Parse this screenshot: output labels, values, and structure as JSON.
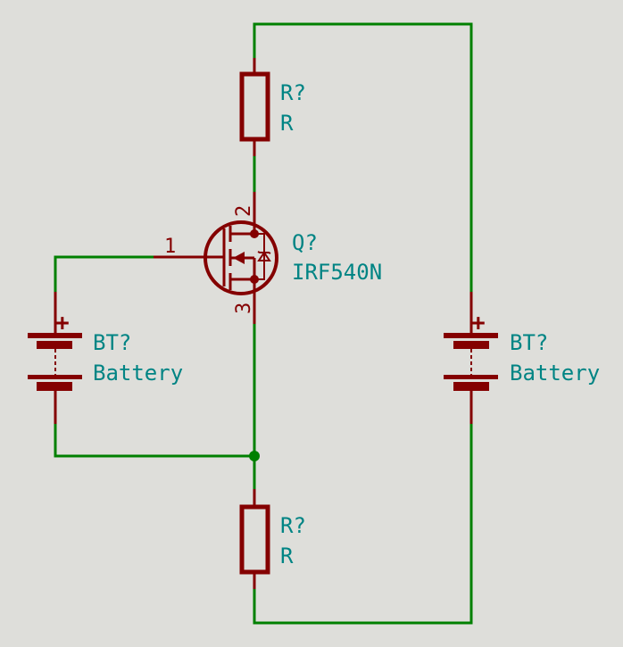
{
  "schematic": {
    "colors": {
      "background": "#dededa",
      "wire": "#008000",
      "component": "#840000",
      "label": "#008484",
      "junction": "#008000"
    },
    "components": {
      "r_top": {
        "ref": "R?",
        "value": "R"
      },
      "r_bottom": {
        "ref": "R?",
        "value": "R"
      },
      "mosfet": {
        "ref": "Q?",
        "value": "IRF540N",
        "pins": {
          "gate": "1",
          "drain": "2",
          "source": "3"
        }
      },
      "bt_left": {
        "ref": "BT?",
        "value": "Battery",
        "polarity": "+"
      },
      "bt_right": {
        "ref": "BT?",
        "value": "Battery",
        "polarity": "+"
      }
    }
  }
}
